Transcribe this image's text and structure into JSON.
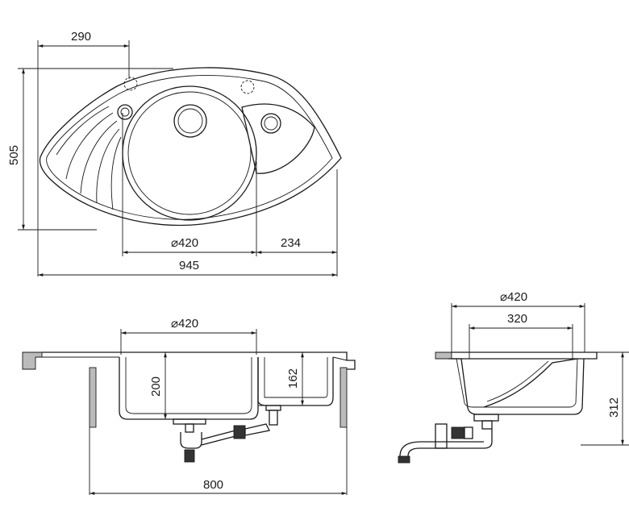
{
  "top_view": {
    "dim_overhang": "290",
    "dim_height": "505",
    "dim_bowl_diameter": "⌀420",
    "dim_drainer": "234",
    "dim_total_width": "945"
  },
  "front_section": {
    "dim_bowl_diameter": "⌀420",
    "dim_main_depth": "200",
    "dim_small_depth": "162",
    "dim_cabinet": "800"
  },
  "side_section": {
    "dim_bowl_diameter": "⌀420",
    "dim_inner": "320",
    "dim_height": "312"
  }
}
